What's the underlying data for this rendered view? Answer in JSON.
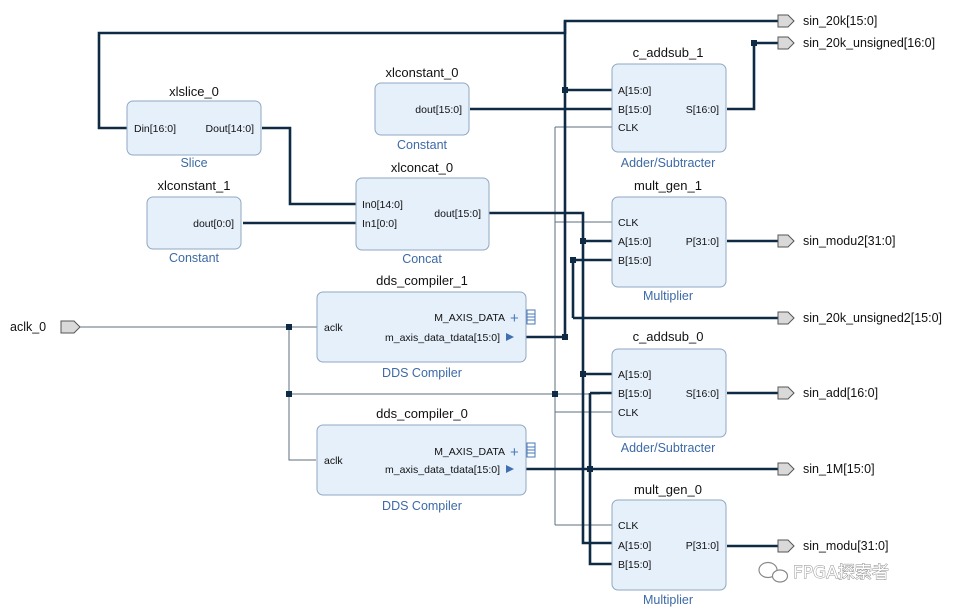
{
  "blocks": {
    "xlslice_0": {
      "name": "xlslice_0",
      "type": "Slice",
      "pins": {
        "din": "Din[16:0]",
        "dout": "Dout[14:0]"
      }
    },
    "xlconstant_0": {
      "name": "xlconstant_0",
      "type": "Constant",
      "pins": {
        "dout": "dout[15:0]"
      }
    },
    "xlconstant_1": {
      "name": "xlconstant_1",
      "type": "Constant",
      "pins": {
        "dout": "dout[0:0]"
      }
    },
    "xlconcat_0": {
      "name": "xlconcat_0",
      "type": "Concat",
      "pins": {
        "in0": "In0[14:0]",
        "in1": "In1[0:0]",
        "dout": "dout[15:0]"
      }
    },
    "c_addsub_1": {
      "name": "c_addsub_1",
      "type": "Adder/Subtracter",
      "pins": {
        "a": "A[15:0]",
        "b": "B[15:0]",
        "clk": "CLK",
        "s": "S[16:0]"
      }
    },
    "mult_gen_1": {
      "name": "mult_gen_1",
      "type": "Multiplier",
      "pins": {
        "clk": "CLK",
        "a": "A[15:0]",
        "b": "B[15:0]",
        "p": "P[31:0]"
      }
    },
    "c_addsub_0": {
      "name": "c_addsub_0",
      "type": "Adder/Subtracter",
      "pins": {
        "a": "A[15:0]",
        "b": "B[15:0]",
        "clk": "CLK",
        "s": "S[16:0]"
      }
    },
    "mult_gen_0": {
      "name": "mult_gen_0",
      "type": "Multiplier",
      "pins": {
        "clk": "CLK",
        "a": "A[15:0]",
        "b": "B[15:0]",
        "p": "P[31:0]"
      }
    },
    "dds_compiler_1": {
      "name": "dds_compiler_1",
      "type": "DDS Compiler",
      "pins": {
        "aclk": "aclk",
        "maxis": "M_AXIS_DATA",
        "tdata": "m_axis_data_tdata[15:0]"
      }
    },
    "dds_compiler_0": {
      "name": "dds_compiler_0",
      "type": "DDS Compiler",
      "pins": {
        "aclk": "aclk",
        "maxis": "M_AXIS_DATA",
        "tdata": "m_axis_data_tdata[15:0]"
      }
    }
  },
  "ports": {
    "input": {
      "aclk": "aclk_0"
    },
    "outputs": {
      "sin_20k": "sin_20k[15:0]",
      "sin_20k_unsigned": "sin_20k_unsigned[16:0]",
      "sin_modu2": "sin_modu2[31:0]",
      "sin_20k_unsigned2": "sin_20k_unsigned2[15:0]",
      "sin_add": "sin_add[16:0]",
      "sin_1M": "sin_1M[15:0]",
      "sin_modu": "sin_modu[31:0]"
    }
  },
  "symbols": {
    "plus": "+"
  },
  "watermark": "FPGA探索者",
  "colors": {
    "wire": "#0e2a44",
    "block_fill": "#e6f0fb",
    "block_stroke": "#8fa7c2",
    "subtitle": "#3d6aa6",
    "port_fill": "#d9d9d9"
  }
}
